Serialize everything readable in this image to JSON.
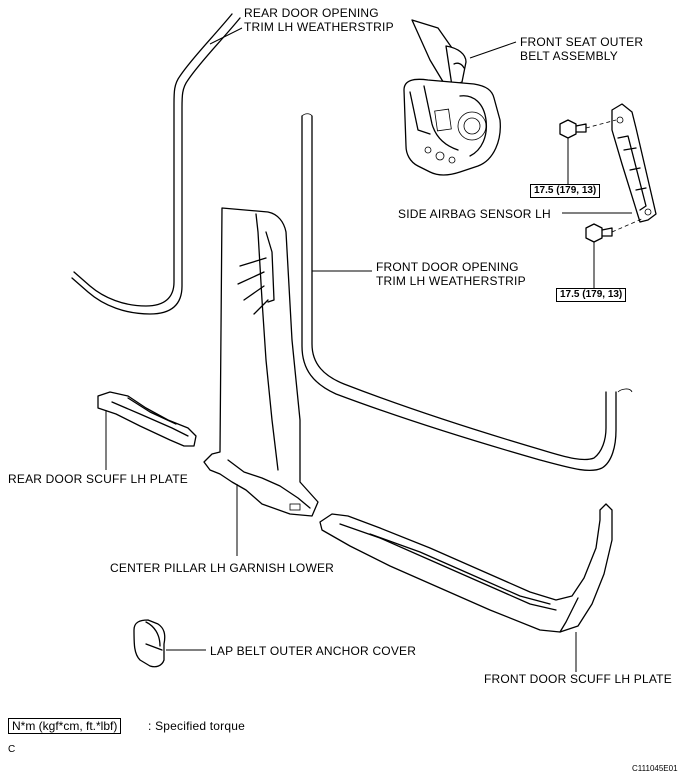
{
  "labels": {
    "rear_door_weatherstrip": [
      "REAR DOOR OPENING",
      "TRIM LH WEATHERSTRIP"
    ],
    "front_seat_belt": [
      "FRONT SEAT OUTER",
      "BELT ASSEMBLY"
    ],
    "side_airbag_sensor": "SIDE AIRBAG SENSOR LH",
    "front_door_weatherstrip": [
      "FRONT DOOR OPENING",
      "TRIM LH WEATHERSTRIP"
    ],
    "rear_door_scuff": "REAR DOOR SCUFF LH PLATE",
    "center_pillar": "CENTER PILLAR LH GARNISH LOWER",
    "lap_belt_cover": "LAP BELT OUTER ANCHOR COVER",
    "front_door_scuff": "FRONT DOOR SCUFF LH PLATE"
  },
  "torque": {
    "upper": "17.5 (179, 13)",
    "lower": "17.5 (179, 13)"
  },
  "legend": {
    "unit_box": "N*m (kgf*cm, ft.*lbf)",
    "text": ": Specified torque"
  },
  "corner": {
    "left": "C",
    "right": "C111045E01"
  }
}
